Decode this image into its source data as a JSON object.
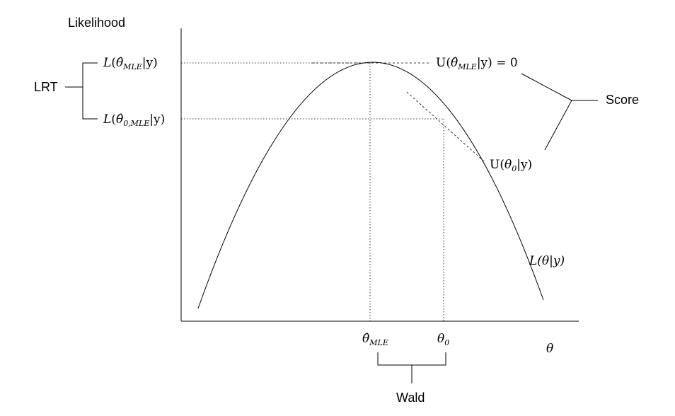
{
  "y_axis_title": "Likelihood",
  "x_axis_symbol": "θ",
  "lrt_label": "LRT",
  "score_label": "Score",
  "wald_label": "Wald",
  "likelihood_at_mle": {
    "fn": "L",
    "open": "(",
    "hat_var": "θ̂",
    "sub": "MLE",
    "given": "|y)"
  },
  "likelihood_at_null": {
    "fn": "L",
    "open": "(",
    "hat_var": "θ̂",
    "sub": "0,MLE",
    "given": "|y)"
  },
  "score_at_mle": {
    "fn": "U",
    "open": "(",
    "hat_var": "θ̂",
    "sub": "MLE",
    "given": "|y) = 0"
  },
  "score_at_null": {
    "fn": "U",
    "open": "(",
    "var": "θ",
    "sub": "0",
    "given": "|y)"
  },
  "curve_label": "L(θ|y)",
  "tick_mle": {
    "hat_var": "θ̂",
    "sub": "MLE"
  },
  "tick_null": {
    "var": "θ",
    "sub": "0"
  }
}
